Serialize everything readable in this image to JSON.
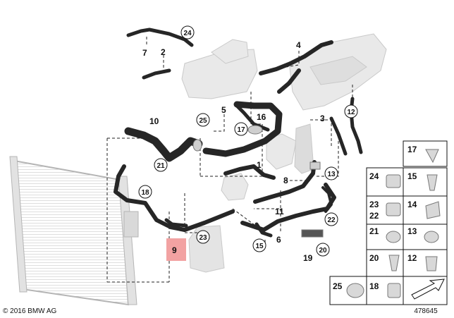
{
  "copyright": "© 2016 BMW AG",
  "diagram_number": "478645",
  "highlighted_part": "9",
  "callouts": {
    "c24": "24",
    "c25": "25",
    "c17": "17",
    "c12": "12",
    "c21": "21",
    "c18": "18",
    "c23": "23",
    "c15": "15",
    "c13": "13",
    "c22": "22",
    "c20": "20"
  },
  "part_labels": {
    "p7": "7",
    "p2": "2",
    "p4": "4",
    "p5": "5",
    "p16": "16",
    "p3": "3",
    "p10": "10",
    "p1": "1",
    "p8": "8",
    "p11": "11",
    "p6": "6",
    "p19": "19"
  },
  "legend_grid": {
    "g17": "17",
    "g24": "24",
    "g15": "15",
    "g23": "23",
    "g22": "22",
    "g14": "14",
    "g21": "21",
    "g13": "13",
    "g20": "20",
    "g12": "12",
    "g25": "25",
    "g18": "18"
  }
}
